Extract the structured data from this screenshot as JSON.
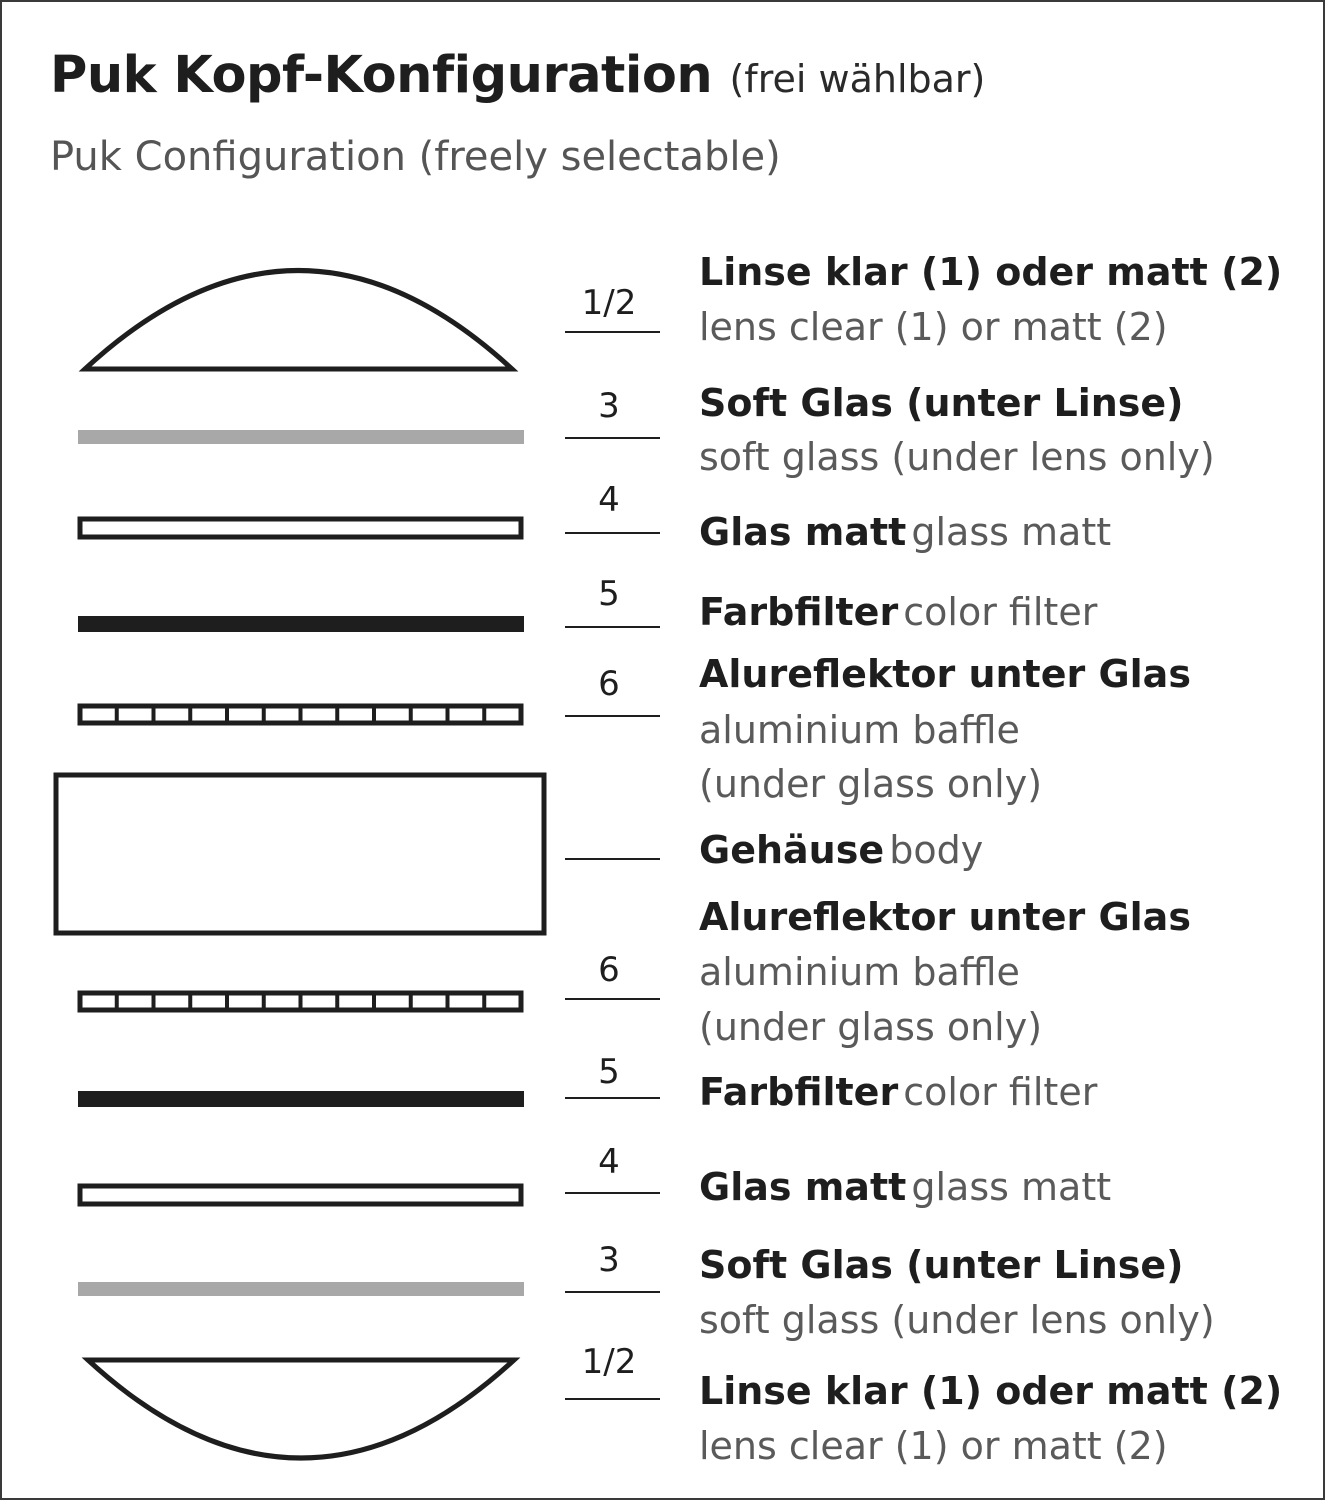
{
  "title": {
    "main": "Puk Kopf-Konfiguration",
    "main_suffix": "(frei wählbar)",
    "subtitle": "Puk Configuration (freely selectable)"
  },
  "colors": {
    "ink": "#1e1e1e",
    "grey_text": "#5a5a5a",
    "soft_glass": "#a8a8a8"
  },
  "layers": [
    {
      "number": "1/2",
      "label_de": "Linse klar (1) oder matt (2)",
      "label_en": "lens clear (1) or matt (2)",
      "shape": "lens-dome"
    },
    {
      "number": "3",
      "label_de": "Soft Glas (unter Linse)",
      "label_en": "soft glass (under lens only)",
      "shape": "soft-glass"
    },
    {
      "number": "4",
      "label_de": "Glas matt",
      "label_en": "glass matt",
      "shape": "glass-matt"
    },
    {
      "number": "5",
      "label_de": "Farbfilter",
      "label_en": "color filter",
      "shape": "color-filter"
    },
    {
      "number": "6",
      "label_de": "Alureflektor unter Glas",
      "label_en": "aluminium baffle",
      "label_en_2": "(under glass only)",
      "shape": "aluminium-baffle"
    },
    {
      "number": "",
      "label_de": "Gehäuse",
      "label_en": "body",
      "shape": "body"
    },
    {
      "number": "6",
      "label_de": "Alureflektor unter Glas",
      "label_en": "aluminium baffle",
      "label_en_2": "(under glass only)",
      "shape": "aluminium-baffle"
    },
    {
      "number": "5",
      "label_de": "Farbfilter",
      "label_en": "color filter",
      "shape": "color-filter"
    },
    {
      "number": "4",
      "label_de": "Glas matt",
      "label_en": "glass matt",
      "shape": "glass-matt"
    },
    {
      "number": "3",
      "label_de": "Soft Glas (unter Linse)",
      "label_en": "soft glass (under lens only)",
      "shape": "soft-glass"
    },
    {
      "number": "1/2",
      "label_de": "Linse klar (1) oder matt (2)",
      "label_en": "lens clear (1) or matt (2)",
      "shape": "lens-bowl"
    }
  ]
}
